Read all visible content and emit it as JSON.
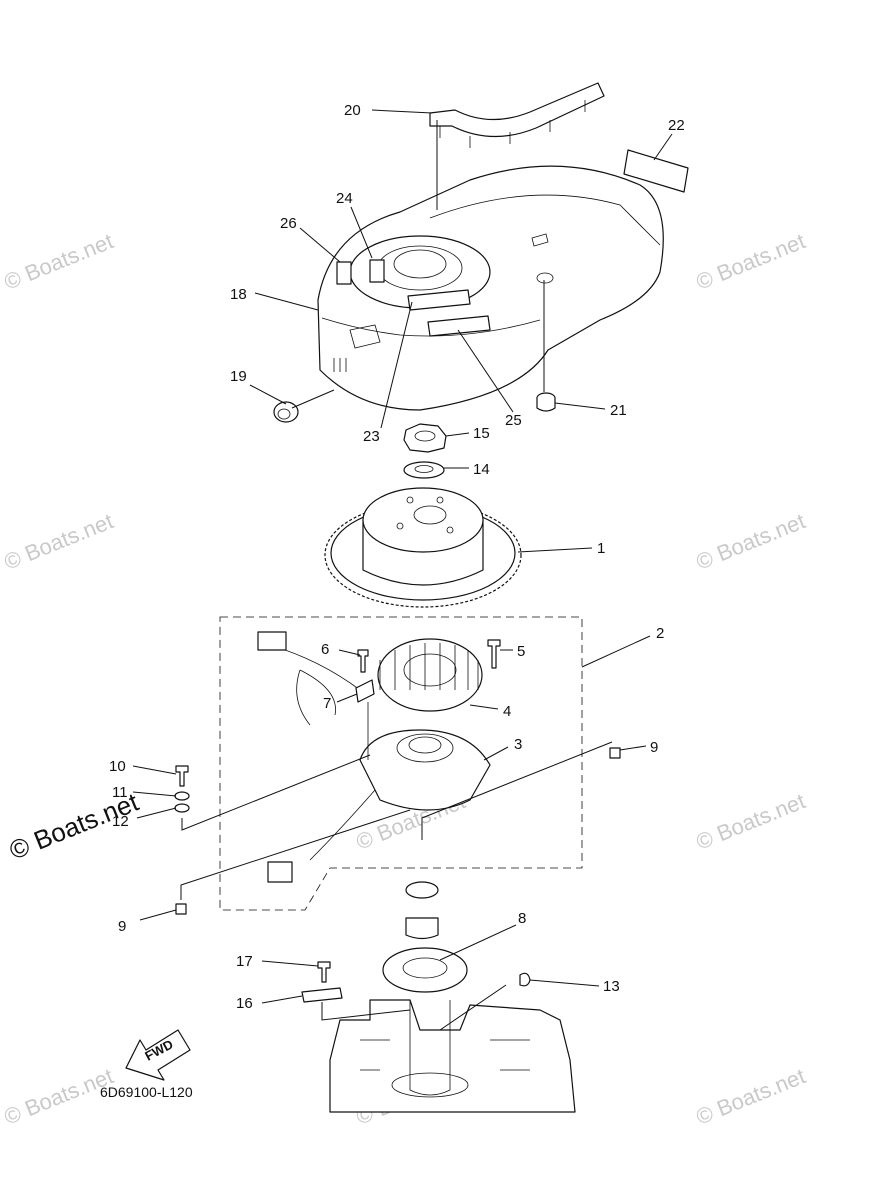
{
  "diagram_code": "6D69100-L120",
  "fwd_label": "FWD",
  "watermark_text": "© Boats.net",
  "watermark_large_text": "© Boats.net",
  "callouts": [
    {
      "id": "c20",
      "text": "20"
    },
    {
      "id": "c22",
      "text": "22"
    },
    {
      "id": "c24",
      "text": "24"
    },
    {
      "id": "c26",
      "text": "26"
    },
    {
      "id": "c18",
      "text": "18"
    },
    {
      "id": "c19",
      "text": "19"
    },
    {
      "id": "c23",
      "text": "23"
    },
    {
      "id": "c25",
      "text": "25"
    },
    {
      "id": "c21",
      "text": "21"
    },
    {
      "id": "c15",
      "text": "15"
    },
    {
      "id": "c14",
      "text": "14"
    },
    {
      "id": "c1",
      "text": "1"
    },
    {
      "id": "c2",
      "text": "2"
    },
    {
      "id": "c6",
      "text": "6"
    },
    {
      "id": "c5",
      "text": "5"
    },
    {
      "id": "c7",
      "text": "7"
    },
    {
      "id": "c4",
      "text": "4"
    },
    {
      "id": "c3",
      "text": "3"
    },
    {
      "id": "c9a",
      "text": "9"
    },
    {
      "id": "c10",
      "text": "10"
    },
    {
      "id": "c11",
      "text": "11"
    },
    {
      "id": "c12",
      "text": "12"
    },
    {
      "id": "c9b",
      "text": "9"
    },
    {
      "id": "c8",
      "text": "8"
    },
    {
      "id": "c17",
      "text": "17"
    },
    {
      "id": "c16",
      "text": "16"
    },
    {
      "id": "c13",
      "text": "13"
    }
  ],
  "colors": {
    "line": "#111111",
    "watermark": "#c9c9c9",
    "background": "#ffffff"
  }
}
